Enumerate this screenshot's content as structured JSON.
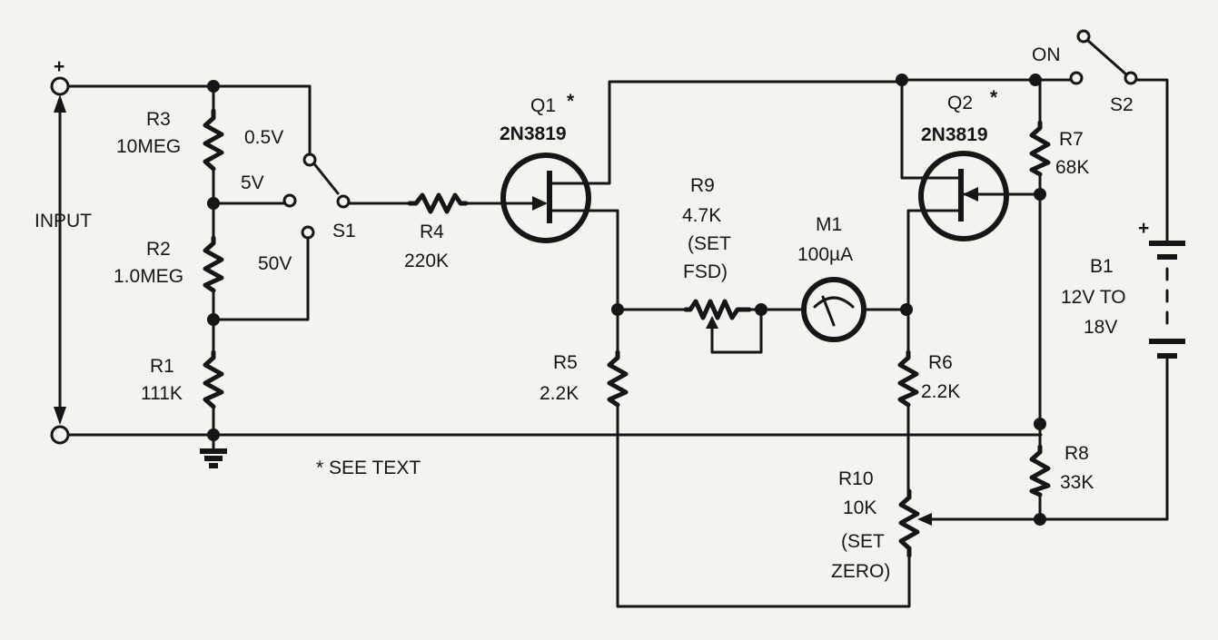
{
  "labels": {
    "input_plus": "+",
    "input": "INPUT",
    "r3_name": "R3",
    "r3_value": "10MEG",
    "r2_name": "R2",
    "r2_value": "1.0MEG",
    "r1_name": "R1",
    "r1_value": "111K",
    "range_05": "0.5V",
    "range_5": "5V",
    "range_50": "50V",
    "s1": "S1",
    "r4_name": "R4",
    "r4_value": "220K",
    "q1_name": "Q1",
    "q1_star": "*",
    "q1_part": "2N3819",
    "r9_name": "R9",
    "r9_value": "4.7K",
    "r9_note1": "(SET",
    "r9_note2": "FSD)",
    "m1_name": "M1",
    "m1_value": "100µA",
    "r5_name": "R5",
    "r5_value": "2.2K",
    "r6_name": "R6",
    "r6_value": "2.2K",
    "q2_name": "Q2",
    "q2_star": "*",
    "q2_part": "2N3819",
    "r7_name": "R7",
    "r7_value": "68K",
    "on": "ON",
    "s2": "S2",
    "b1_plus": "+",
    "b1_name": "B1",
    "b1_value1": "12V TO",
    "b1_value2": "18V",
    "r8_name": "R8",
    "r8_value": "33K",
    "r10_name": "R10",
    "r10_value": "10K",
    "r10_note1": "(SET",
    "r10_note2": "ZERO)",
    "see_text": "* SEE TEXT"
  },
  "colors": {
    "ink": "#161616",
    "paper": "#f3f3ef"
  }
}
